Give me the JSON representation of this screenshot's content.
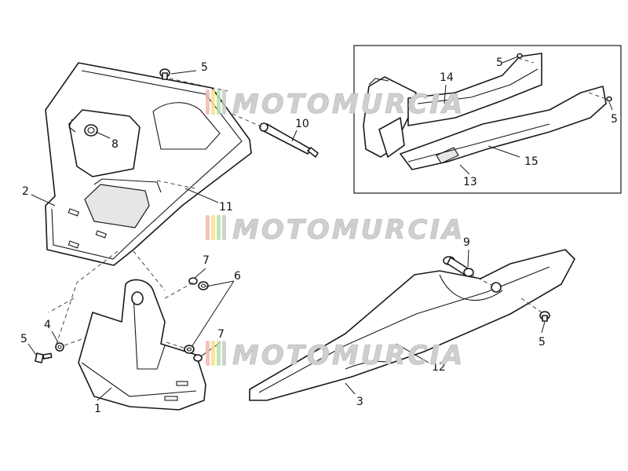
{
  "watermark": {
    "text": "MOTOMURCIA",
    "colors": [
      "#f2b6b6",
      "#f7e08a",
      "#b9e0a8",
      "#c9c9c9"
    ]
  },
  "callouts": [
    {
      "id": "c1",
      "label": "1"
    },
    {
      "id": "c2",
      "label": "2"
    },
    {
      "id": "c3",
      "label": "3"
    },
    {
      "id": "c4",
      "label": "4"
    },
    {
      "id": "c5a",
      "label": "5"
    },
    {
      "id": "c5b",
      "label": "5"
    },
    {
      "id": "c5c",
      "label": "5"
    },
    {
      "id": "c5d",
      "label": "5"
    },
    {
      "id": "c5e",
      "label": "5"
    },
    {
      "id": "c6",
      "label": "6"
    },
    {
      "id": "c7a",
      "label": "7"
    },
    {
      "id": "c7b",
      "label": "7"
    },
    {
      "id": "c8",
      "label": "8"
    },
    {
      "id": "c9",
      "label": "9"
    },
    {
      "id": "c10",
      "label": "10"
    },
    {
      "id": "c11",
      "label": "11"
    },
    {
      "id": "c12",
      "label": "12"
    },
    {
      "id": "c13",
      "label": "13"
    },
    {
      "id": "c14",
      "label": "14"
    },
    {
      "id": "c15",
      "label": "15"
    }
  ]
}
